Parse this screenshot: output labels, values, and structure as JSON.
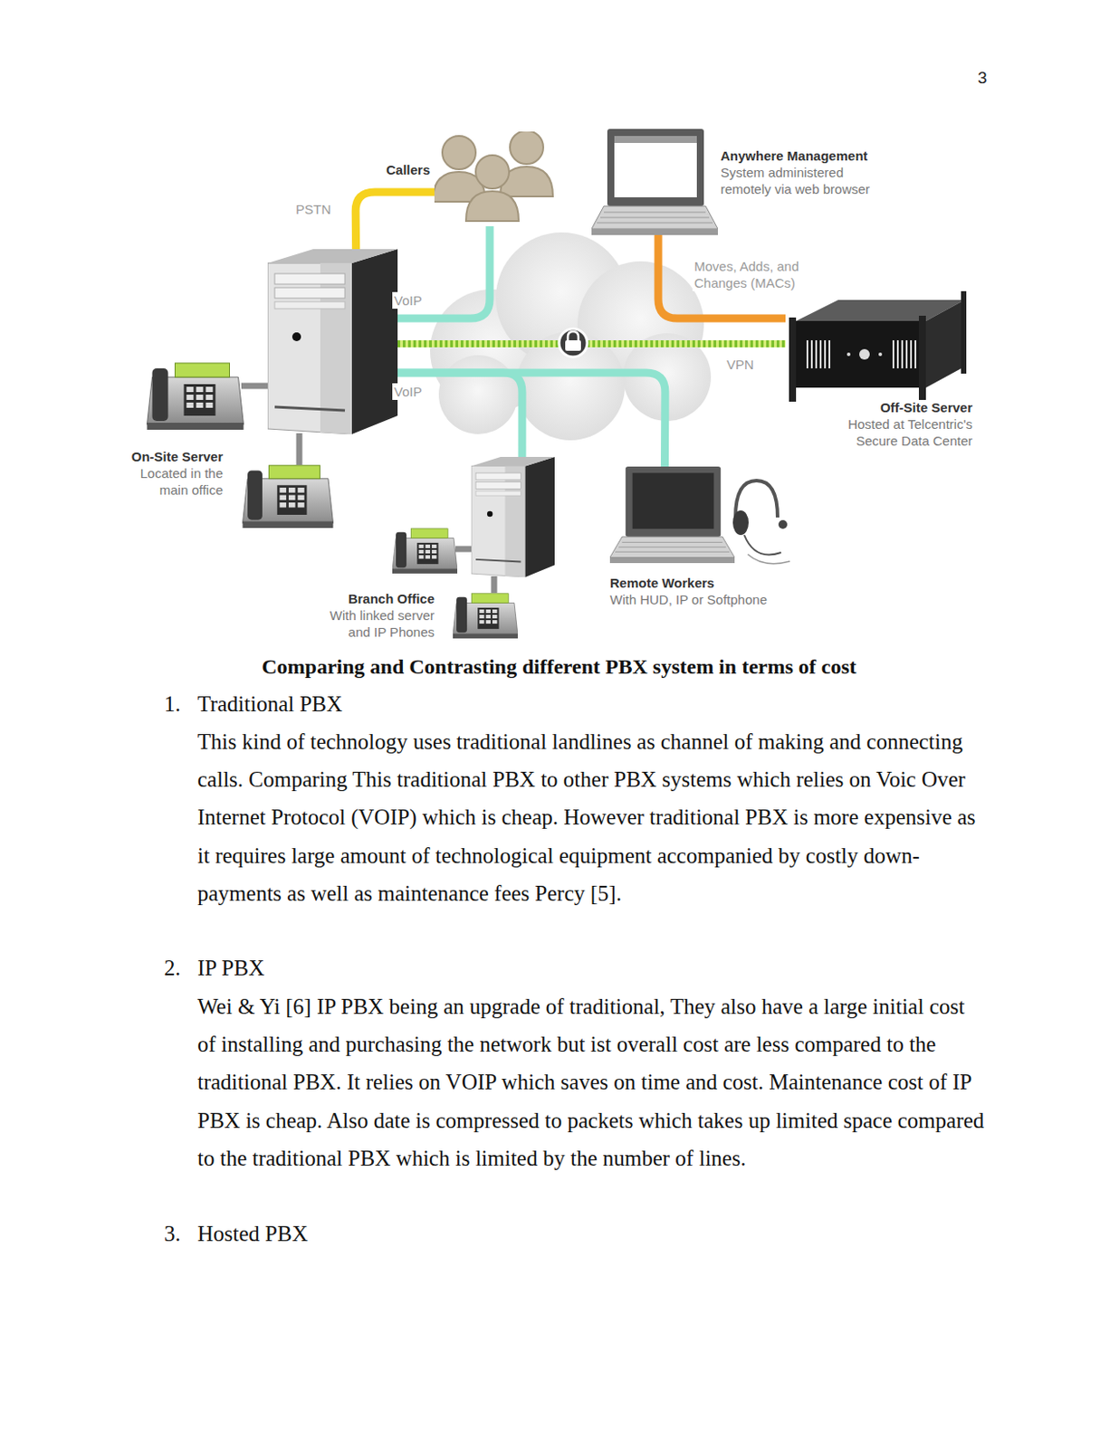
{
  "diagram": {
    "title": "Comparing and Contrasting different PBX system in terms of cost",
    "nodes": [
      {
        "text": [
          "Callers"
        ]
      },
      {
        "text": [
          "Anywhere Management",
          "System administered remotely via web browser"
        ]
      },
      {
        "text": [
          "On-Site Server",
          "Located in the main office"
        ]
      },
      {
        "text": [
          "Off-Site Server",
          "Hosted at Telcentric's Secure Data Center"
        ]
      },
      {
        "text": [
          "Branch Office",
          "With linked server and IP Phones"
        ]
      },
      {
        "text": [
          "Remote Workers",
          "With HUD, IP or Softphone"
        ]
      }
    ],
    "edges": [
      {
        "from": 0,
        "to": 2,
        "label": "PSTN",
        "arrow": "none"
      },
      {
        "from": 0,
        "to": 2,
        "label": "VoIP",
        "arrow": "none"
      },
      {
        "from": 1,
        "to": 3,
        "label": "Moves, Adds, and Changes (MACs)",
        "arrow": "none"
      },
      {
        "from": 2,
        "to": 3,
        "label": "VPN",
        "arrow": "none"
      },
      {
        "from": 2,
        "to": 4,
        "label": "VoIP",
        "arrow": "none"
      },
      {
        "from": 2,
        "to": 5,
        "arrow": "none"
      }
    ],
    "labels": [
      "3",
      "1.",
      "Traditional PBX",
      "This kind of technology uses traditional landlines as channel of making and connecting calls. Comparing This traditional PBX to other PBX systems which relies on Voic Over Internet Protocol (VOIP) which is cheap. However traditional PBX is more expensive as it requires large amount of technological equipment accompanied by costly down-payments as well as maintenance fees Percy [5].",
      "2.",
      "IP PBX",
      "Wei & Yi [6] IP PBX being an upgrade of traditional, They also have a large initial cost of installing and purchasing the network but ist overall cost are less compared to the traditional PBX. It relies on VOIP which saves on time and cost. Maintenance cost of IP PBX is cheap. Also date is compressed to packets which takes up limited space compared to the traditional PBX which is limited by the number of lines.",
      "3.",
      "Hosted PBX"
    ]
  }
}
